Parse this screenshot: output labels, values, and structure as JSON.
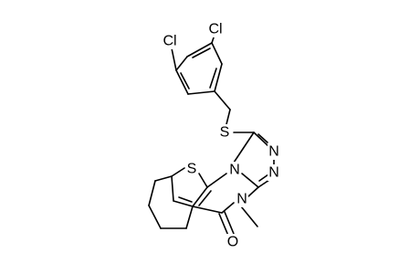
{
  "molecule": {
    "atoms": {
      "cl1": "Cl",
      "cl2": "Cl",
      "s_thioether": "S",
      "s_thiophene": "S",
      "n1": "N",
      "n2": "N",
      "n3": "N",
      "n4": "N",
      "o1": "O"
    }
  },
  "colors": {
    "bond": "#000000",
    "label": "#000000",
    "background": "#ffffff"
  }
}
